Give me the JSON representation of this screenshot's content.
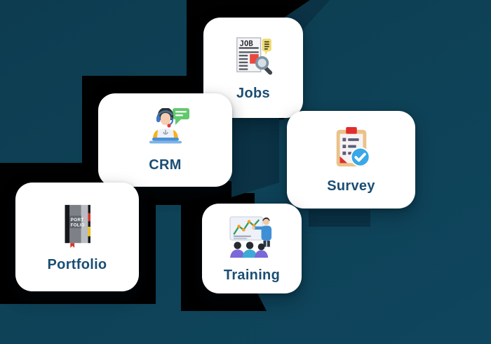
{
  "scene": {
    "description": "Feature tiles graphic on dark teal background with black zigzag ribbon",
    "background_color": "#0E4156",
    "ribbon_black_color": "#010101",
    "ribbon_navy_color": "#0B3245",
    "card_color": "#FFFFFF",
    "label_color": "#1B4E74"
  },
  "cards": [
    {
      "id": "jobs",
      "label": "Jobs",
      "icon": "job-search-icon"
    },
    {
      "id": "crm",
      "label": "CRM",
      "icon": "support-agent-icon"
    },
    {
      "id": "survey",
      "label": "Survey",
      "icon": "survey-clipboard-icon"
    },
    {
      "id": "portfolio",
      "label": "Portfolio",
      "icon": "portfolio-book-icon"
    },
    {
      "id": "training",
      "label": "Training",
      "icon": "training-presentation-icon"
    }
  ]
}
